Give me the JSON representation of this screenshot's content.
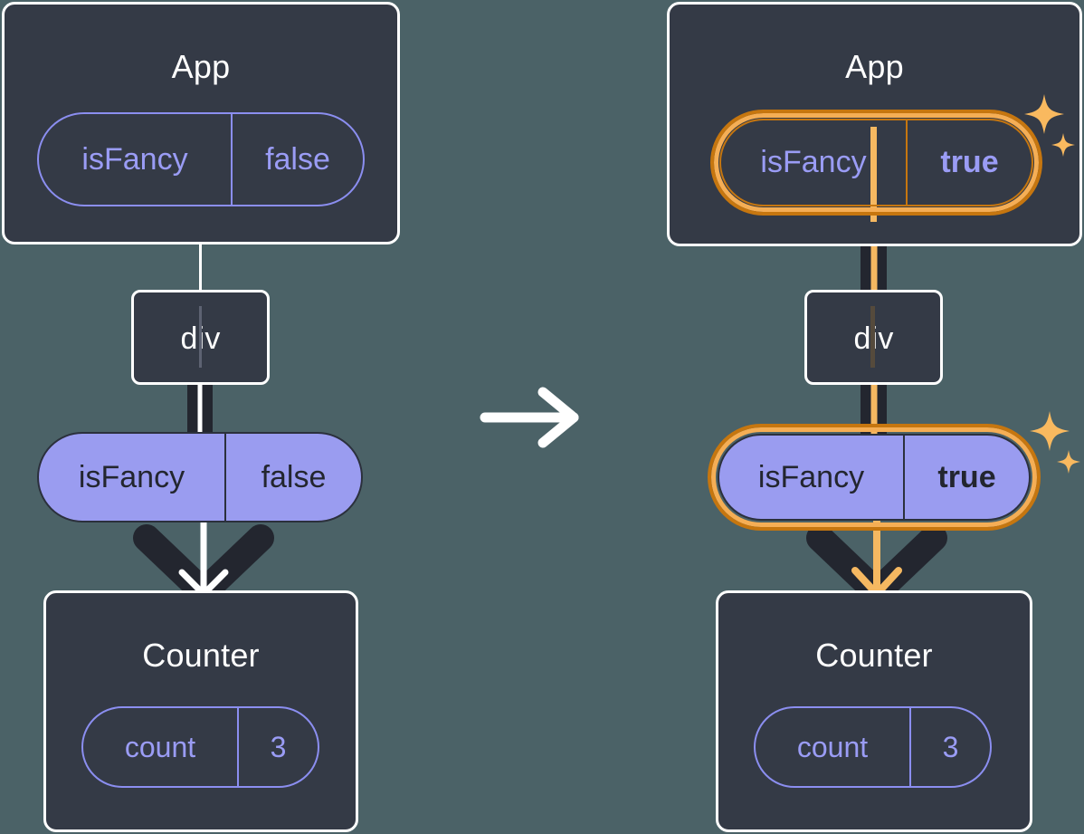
{
  "background_color": "#4b6267",
  "colors": {
    "card_bg": "#343a46",
    "card_border": "#ffffff",
    "pill_outline_stroke": "#8b8ef0",
    "pill_outline_text": "#9a9cf5",
    "pill_filled_bg": "#9a9cf0",
    "pill_filled_text": "#23262f",
    "rail_dark": "#23262f",
    "highlight_ring_inner": "#f5ae55",
    "highlight_ring_outer": "#c6760f",
    "highlight_stem": "#f5b861",
    "sparkle": "#f9b95f",
    "transition_arrow": "#ffffff"
  },
  "transition": {
    "icon": "arrow-right-icon",
    "label": "→"
  },
  "panels": [
    {
      "id": "before",
      "app": {
        "title": "App",
        "pill": {
          "name": "isFancy",
          "value": "false",
          "style": "outline",
          "highlighted": false,
          "value_bold": false
        }
      },
      "div": {
        "title": "div"
      },
      "prop_pill": {
        "name": "isFancy",
        "value": "false",
        "style": "filled",
        "highlighted": false,
        "value_bold": false
      },
      "counter": {
        "title": "Counter",
        "pill": {
          "name": "count",
          "value": "3",
          "style": "outline",
          "highlighted": false,
          "value_bold": false
        }
      }
    },
    {
      "id": "after",
      "app": {
        "title": "App",
        "pill": {
          "name": "isFancy",
          "value": "true",
          "style": "outline",
          "highlighted": true,
          "value_bold": true
        }
      },
      "div": {
        "title": "div"
      },
      "prop_pill": {
        "name": "isFancy",
        "value": "true",
        "style": "filled",
        "highlighted": true,
        "value_bold": true
      },
      "counter": {
        "title": "Counter",
        "pill": {
          "name": "count",
          "value": "3",
          "style": "outline",
          "highlighted": false,
          "value_bold": false
        }
      }
    }
  ],
  "sparkle_markers": [
    {
      "for": "after-app-pill",
      "count": 2
    },
    {
      "for": "after-prop-pill",
      "count": 2
    }
  ]
}
